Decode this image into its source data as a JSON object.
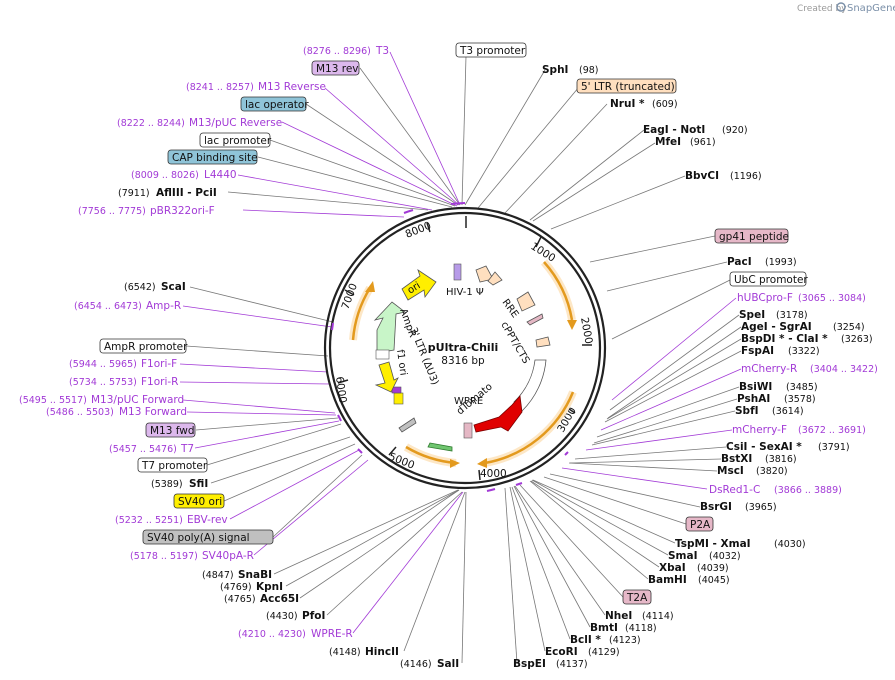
{
  "credit": {
    "prefix": "Created by",
    "brand": "SnapGene"
  },
  "plasmid": {
    "name": "pUltra-Chili",
    "length": "8316 bp"
  },
  "ticks": [
    "1000",
    "2000",
    "3000",
    "4000",
    "5000",
    "6000",
    "7000",
    "8000"
  ],
  "colors": {
    "purple": "#a23ad6",
    "ori": "#ffef00",
    "ampr": "#c8f5c8",
    "tdtomato": "#e00000",
    "ltr": "#ffdfbf",
    "orange_arc": "#e39a1e",
    "lac_operator": "#8fc4d8",
    "gp41": "#e6b8c8",
    "sv40_poly": "#c0c0c0"
  },
  "labels": [
    {
      "pos": "(8276 .. 8296)",
      "name": "T3",
      "style": "purple"
    },
    {
      "name": "M13 rev",
      "style": "box-purple"
    },
    {
      "pos": "(8241 .. 8257)",
      "name": "M13 Reverse",
      "style": "purple"
    },
    {
      "name": "lac operator",
      "style": "box-blue"
    },
    {
      "pos": "(8222 .. 8244)",
      "name": "M13/pUC Reverse",
      "style": "purple"
    },
    {
      "name": "lac promoter",
      "style": "box-white"
    },
    {
      "name": "CAP binding site",
      "style": "box-blue"
    },
    {
      "pos": "(8009 .. 8026)",
      "name": "L4440",
      "style": "purple"
    },
    {
      "pos": "(7911)",
      "name": "AflIII - PciI",
      "style": "bold"
    },
    {
      "pos": "(7756 .. 7775)",
      "name": "pBR322ori-F",
      "style": "purple"
    },
    {
      "pos": "(6542)",
      "name": "ScaI",
      "style": "bold"
    },
    {
      "pos": "(6454 .. 6473)",
      "name": "Amp-R",
      "style": "purple"
    },
    {
      "name": "AmpR promoter",
      "style": "box-white"
    },
    {
      "pos": "(5944 .. 5965)",
      "name": "F1ori-F",
      "style": "purple"
    },
    {
      "pos": "(5734 .. 5753)",
      "name": "F1ori-R",
      "style": "purple"
    },
    {
      "pos": "(5495 .. 5517)",
      "name": "M13/pUC Forward",
      "style": "purple"
    },
    {
      "pos": "(5486 .. 5503)",
      "name": "M13 Forward",
      "style": "purple"
    },
    {
      "name": "M13 fwd",
      "style": "box-purple"
    },
    {
      "pos": "(5457 .. 5476)",
      "name": "T7",
      "style": "purple"
    },
    {
      "name": "T7 promoter",
      "style": "box-white"
    },
    {
      "pos": "(5389)",
      "name": "SfiI",
      "style": "bold"
    },
    {
      "name": "SV40 ori",
      "style": "box-yellow"
    },
    {
      "pos": "(5232 .. 5251)",
      "name": "EBV-rev",
      "style": "purple"
    },
    {
      "name": "SV40 poly(A) signal",
      "style": "box-grey"
    },
    {
      "pos": "(5178 .. 5197)",
      "name": "SV40pA-R",
      "style": "purple"
    },
    {
      "pos": "(4847)",
      "name": "SnaBI",
      "style": "bold"
    },
    {
      "pos": "(4769)",
      "name": "KpnI",
      "style": "bold"
    },
    {
      "pos": "(4765)",
      "name": "Acc65I",
      "style": "bold"
    },
    {
      "pos": "(4430)",
      "name": "PfoI",
      "style": "bold"
    },
    {
      "pos": "(4210 .. 4230)",
      "name": "WPRE-R",
      "style": "purple"
    },
    {
      "pos": "(4148)",
      "name": "HincII",
      "style": "bold"
    },
    {
      "pos": "(4146)",
      "name": "SalI",
      "style": "bold"
    },
    {
      "name": "T3 promoter",
      "style": "box-white"
    },
    {
      "name": "SphI",
      "pos": "(98)",
      "style": "bold"
    },
    {
      "name": "5' LTR (truncated)",
      "style": "box-orange"
    },
    {
      "name": "NruI *",
      "pos": "(609)",
      "style": "bold"
    },
    {
      "name": "EagI - NotI",
      "pos": "(920)",
      "style": "bold"
    },
    {
      "name": "MfeI",
      "pos": "(961)",
      "style": "bold"
    },
    {
      "name": "BbvCI",
      "pos": "(1196)",
      "style": "bold"
    },
    {
      "name": "gp41 peptide",
      "style": "box-pink"
    },
    {
      "name": "PacI",
      "pos": "(1993)",
      "style": "bold"
    },
    {
      "name": "UbC promoter",
      "style": "box-white"
    },
    {
      "name": "hUBCpro-F",
      "pos": "(3065 .. 3084)",
      "style": "purple"
    },
    {
      "name": "SpeI",
      "pos": "(3178)",
      "style": "bold"
    },
    {
      "name": "AgeI - SgrAI",
      "pos": "(3254)",
      "style": "bold"
    },
    {
      "name": "BspDI * - ClaI *",
      "pos": "(3263)",
      "style": "bold"
    },
    {
      "name": "FspAI",
      "pos": "(3322)",
      "style": "bold"
    },
    {
      "name": "mCherry-R",
      "pos": "(3404 .. 3422)",
      "style": "purple"
    },
    {
      "name": "BsiWI",
      "pos": "(3485)",
      "style": "bold"
    },
    {
      "name": "PshAI",
      "pos": "(3578)",
      "style": "bold"
    },
    {
      "name": "SbfI",
      "pos": "(3614)",
      "style": "bold"
    },
    {
      "name": "mCherry-F",
      "pos": "(3672 .. 3691)",
      "style": "purple"
    },
    {
      "name": "CsiI - SexAI *",
      "pos": "(3791)",
      "style": "bold"
    },
    {
      "name": "BstXI",
      "pos": "(3816)",
      "style": "bold"
    },
    {
      "name": "MscI",
      "pos": "(3820)",
      "style": "bold"
    },
    {
      "name": "DsRed1-C",
      "pos": "(3866 .. 3889)",
      "style": "purple"
    },
    {
      "name": "BsrGI",
      "pos": "(3965)",
      "style": "bold"
    },
    {
      "name": "P2A",
      "style": "box-pink"
    },
    {
      "name": "TspMI - XmaI",
      "pos": "(4030)",
      "style": "bold"
    },
    {
      "name": "SmaI",
      "pos": "(4032)",
      "style": "bold"
    },
    {
      "name": "XbaI",
      "pos": "(4039)",
      "style": "bold"
    },
    {
      "name": "BamHI",
      "pos": "(4045)",
      "style": "bold"
    },
    {
      "name": "T2A",
      "style": "box-pink"
    },
    {
      "name": "NheI",
      "pos": "(4114)",
      "style": "bold"
    },
    {
      "name": "BmtI",
      "pos": "(4118)",
      "style": "bold"
    },
    {
      "name": "BclI *",
      "pos": "(4123)",
      "style": "bold"
    },
    {
      "name": "EcoRI",
      "pos": "(4129)",
      "style": "bold"
    },
    {
      "name": "BspEI",
      "pos": "(4137)",
      "style": "bold"
    }
  ],
  "features": {
    "hiv1_psi": "HIV-1 Ψ",
    "rre": "RRE",
    "cppt": "cPPT/CTS",
    "wpre": "WPRE",
    "dtomato": "dTomato",
    "ltr3": "3' LTR (ΔU3)",
    "f1ori": "f1 ori",
    "ampr": "AmpR",
    "ori": "ori"
  }
}
